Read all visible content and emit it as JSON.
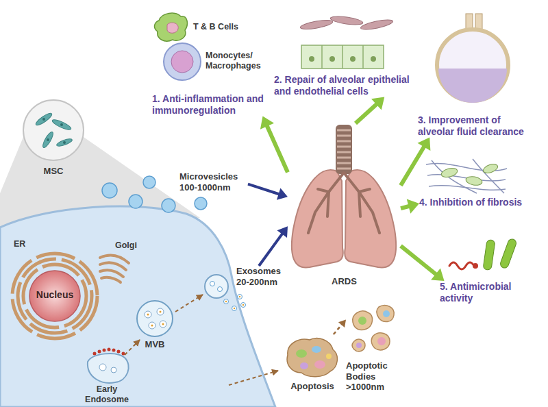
{
  "diagram": {
    "nodes": [
      {
        "text": [
          "1. Anti-inflammation and immunoregulation"
        ]
      },
      {
        "text": [
          "2. Repair of alveolar epithelial and endothelial cells"
        ]
      },
      {
        "text": [
          "3. Improvement of alveolar fluid clearance"
        ]
      },
      {
        "text": [
          "4. Inhibition of fibrosis"
        ]
      },
      {
        "text": [
          "5. Antimicrobial activity"
        ]
      },
      {
        "text": [
          "MSC"
        ]
      },
      {
        "text": [
          "Microvesicles 100-1000nm"
        ]
      },
      {
        "text": [
          "Exosomes 20-200nm"
        ]
      },
      {
        "text": [
          "ARDS"
        ]
      },
      {
        "text": [
          "Nucleus"
        ]
      },
      {
        "text": [
          "MVB"
        ]
      },
      {
        "text": [
          "Apoptotic Bodies >1000nm"
        ]
      },
      {
        "text": [
          "Apoptosis"
        ]
      }
    ],
    "edges": [
      {
        "from": 6,
        "to": 8,
        "arrow": "to"
      },
      {
        "from": 7,
        "to": 8,
        "arrow": "to"
      },
      {
        "from": 8,
        "to": 0,
        "arrow": "to"
      },
      {
        "from": 8,
        "to": 1,
        "arrow": "to"
      },
      {
        "from": 8,
        "to": 2,
        "arrow": "to"
      },
      {
        "from": 8,
        "to": 3,
        "arrow": "to"
      },
      {
        "from": 8,
        "to": 4,
        "arrow": "to"
      },
      {
        "from": 12,
        "to": 11,
        "arrow": "to"
      }
    ],
    "labels": [
      "T & B Cells",
      "Monocytes/ Macrophages",
      "ER",
      "Golgi",
      "Early Endosome"
    ]
  }
}
